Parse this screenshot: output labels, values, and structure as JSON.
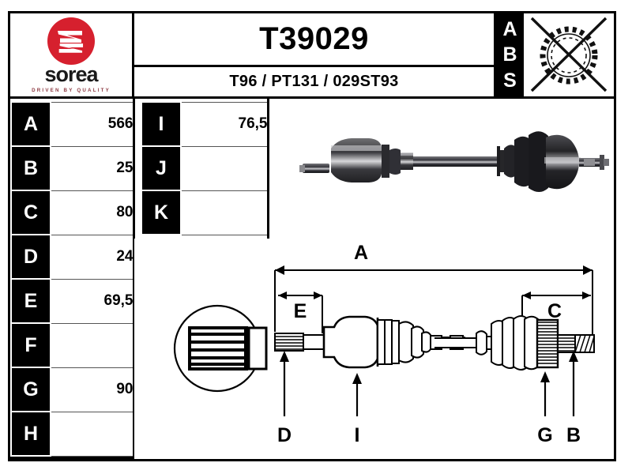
{
  "brand": {
    "name": "sorea",
    "tagline": "DRIVEN BY QUALITY",
    "logo_icon": "sorea-s-circle-logo",
    "accent_color": "#D6202E"
  },
  "header": {
    "part_number": "T39029",
    "reference_codes": "T96 / PT131 / 029ST93",
    "abs_label_letters": [
      "A",
      "B",
      "S"
    ],
    "abs_icon": "abs-tone-ring-crossed-out-icon",
    "abs_present": false
  },
  "dimension_tables": [
    {
      "name": "primary-dimensions",
      "rows": [
        {
          "label": "A",
          "value": "566"
        },
        {
          "label": "B",
          "value": "25"
        },
        {
          "label": "C",
          "value": "80"
        },
        {
          "label": "D",
          "value": "24"
        },
        {
          "label": "E",
          "value": "69,5"
        },
        {
          "label": "F",
          "value": ""
        },
        {
          "label": "G",
          "value": "90"
        },
        {
          "label": "H",
          "value": ""
        }
      ]
    },
    {
      "name": "secondary-dimensions",
      "rows": [
        {
          "label": "I",
          "value": "76,5"
        },
        {
          "label": "J",
          "value": ""
        },
        {
          "label": "K",
          "value": ""
        }
      ]
    }
  ],
  "photo": {
    "caption": "",
    "subject": "drive-shaft-cv-axle-photograph"
  },
  "technical_drawing": {
    "subject": "drive-shaft-cv-axle-line-drawing",
    "detail_view": "spline-cross-section-detail",
    "dimension_labels": [
      "A",
      "E",
      "C"
    ],
    "callout_labels": [
      "D",
      "I",
      "G",
      "B"
    ]
  }
}
